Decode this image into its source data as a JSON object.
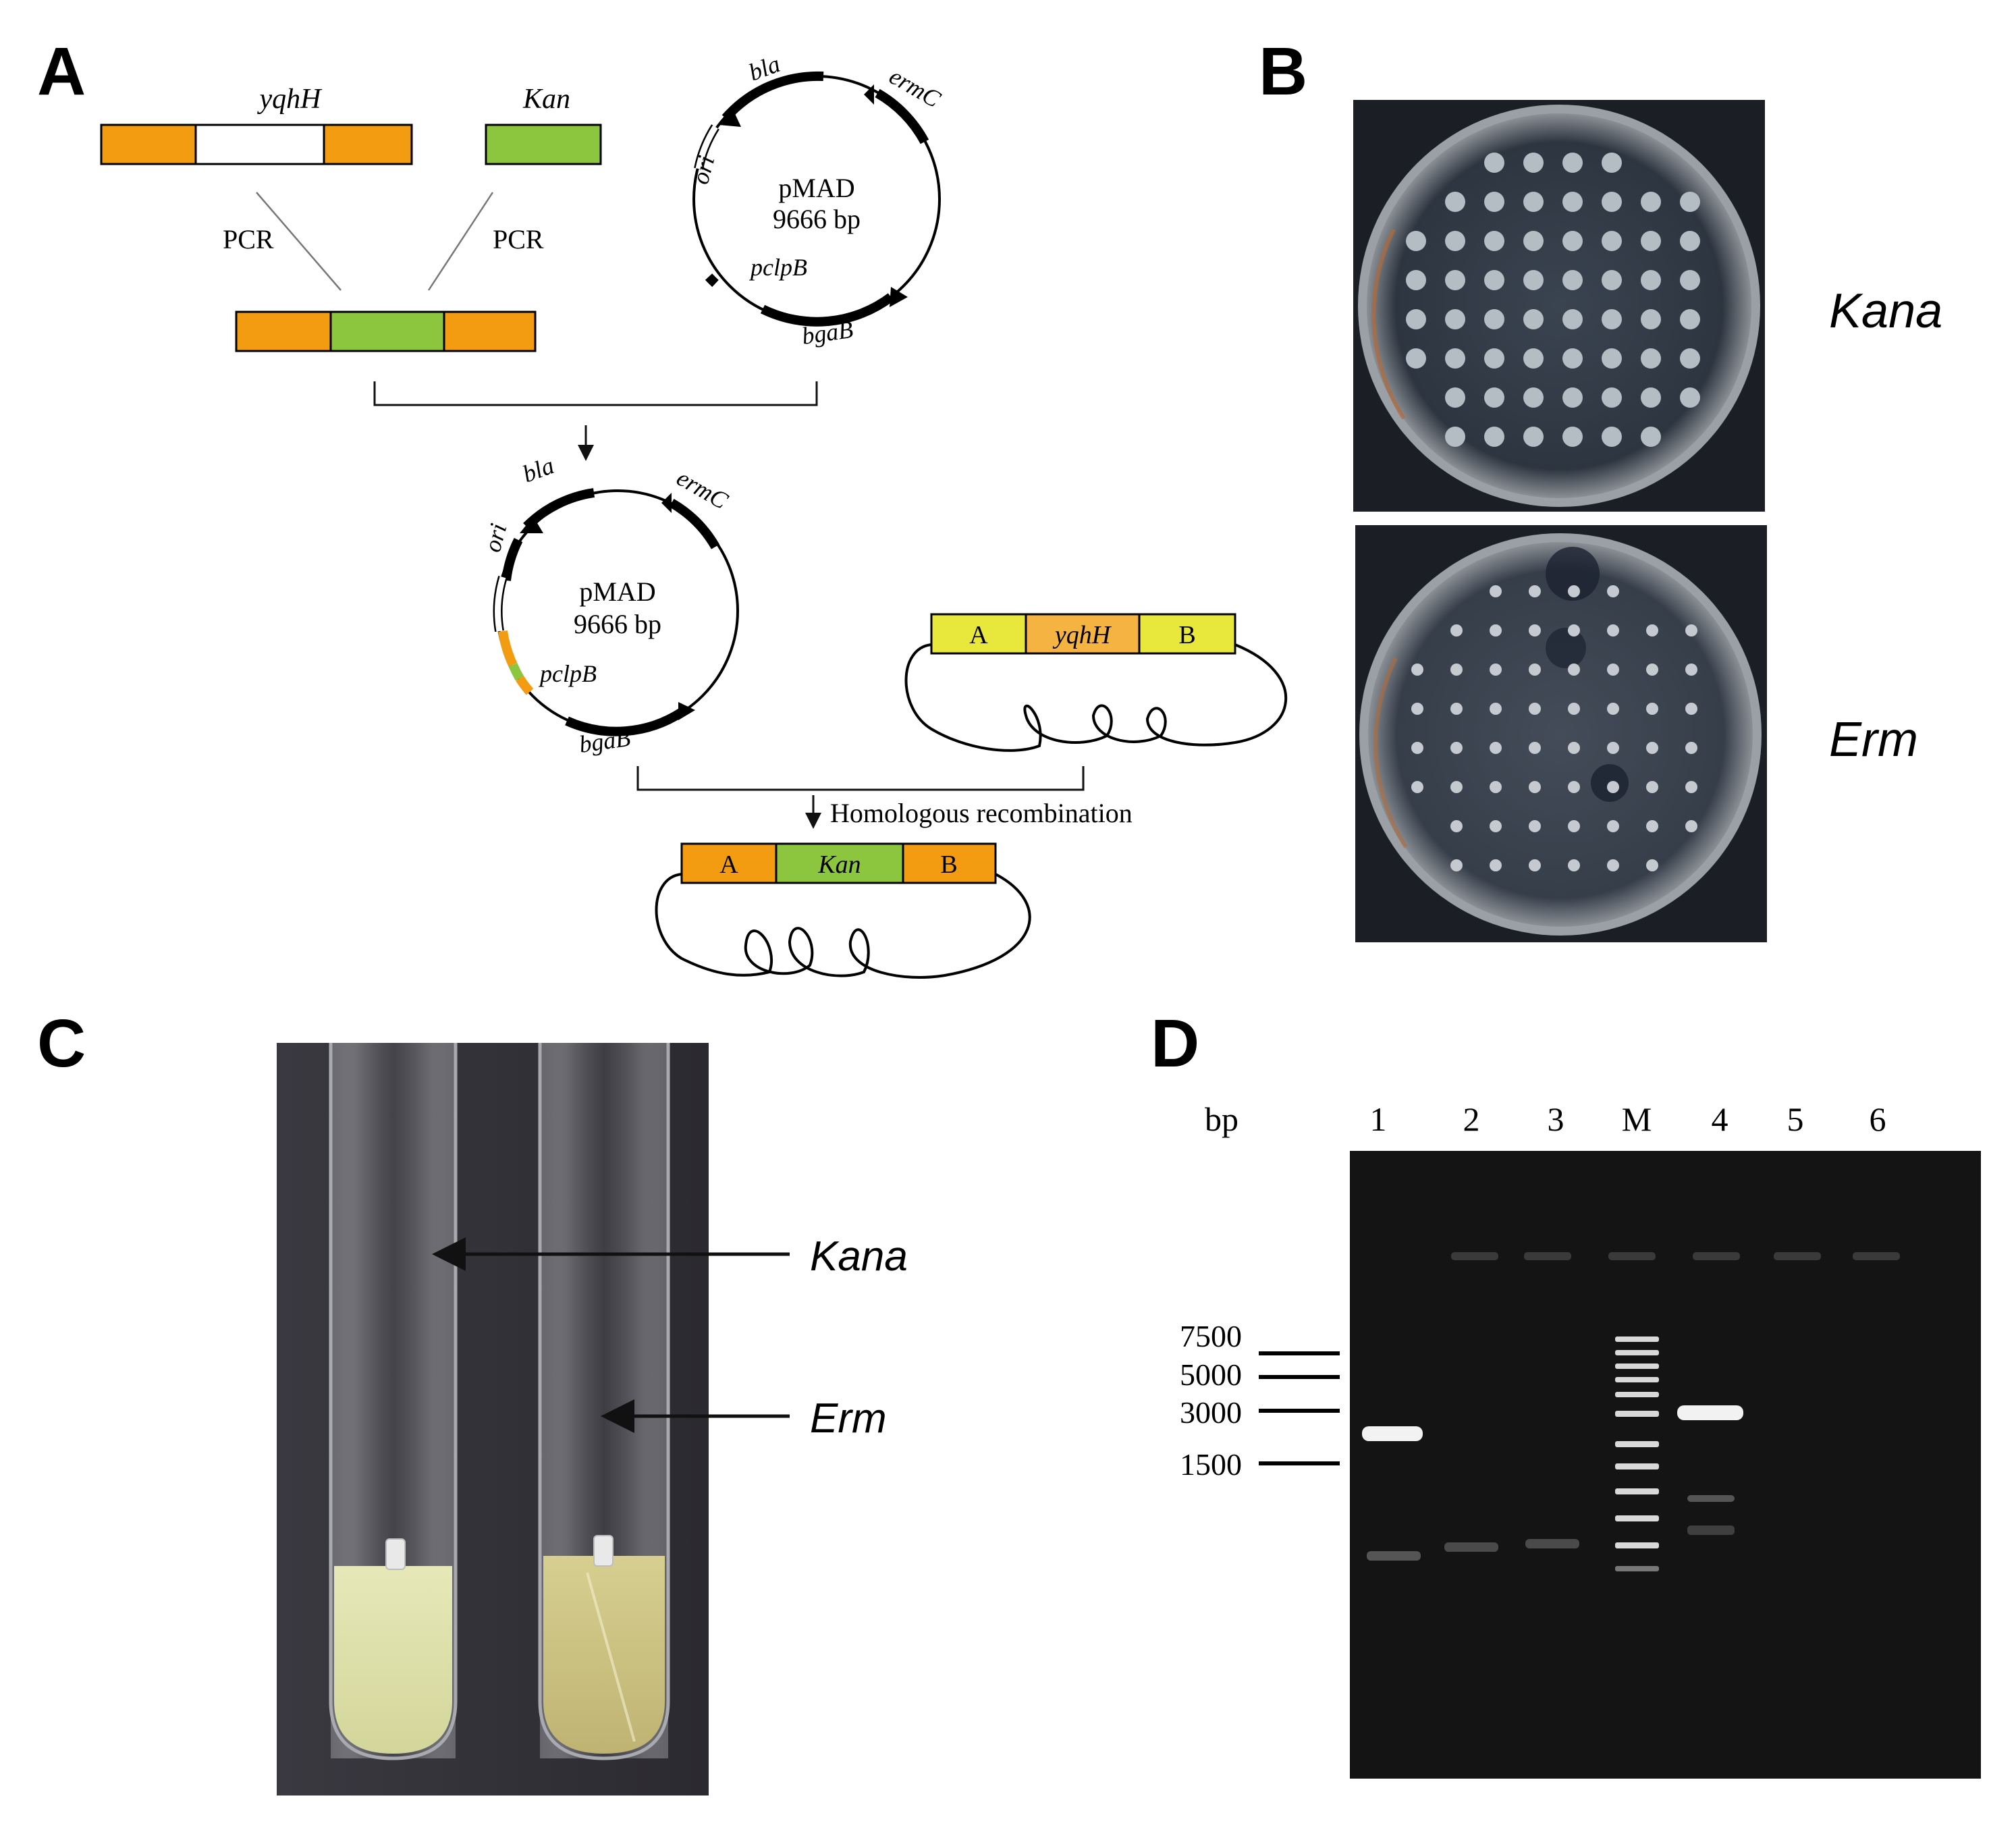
{
  "panels": {
    "a": {
      "letter": "A",
      "gene_yqhH": "yqhH",
      "gene_kan": "Kan",
      "pcr_left": "PCR",
      "pcr_right": "PCR",
      "plasmid1": {
        "name": "pMAD",
        "size": "9666 bp",
        "bla": "bla",
        "ermC": "ermC",
        "ori": "ori",
        "pclpB": "pclpB",
        "bgaB": "bgaB"
      },
      "plasmid2": {
        "name": "pMAD",
        "size": "9666 bp",
        "bla": "bla",
        "ermC": "ermC",
        "ori": "ori",
        "pclpB": "pclpB",
        "bgaB": "bgaB"
      },
      "chrom_wt": {
        "a": "A",
        "gene": "yqhH",
        "b": "B"
      },
      "recombination_label": "Homologous recombination",
      "chrom_mut": {
        "a": "A",
        "gene": "Kan",
        "b": "B"
      },
      "colors": {
        "orange": "#F39C12",
        "green": "#8CC63F",
        "yellow": "#E8E83C",
        "light_orange": "#F5B342",
        "black": "#111111"
      }
    },
    "b": {
      "letter": "B",
      "label_top": "Kana",
      "label_bottom": "Erm"
    },
    "c": {
      "letter": "C",
      "arrow_kana": "Kana",
      "arrow_erm": "Erm"
    },
    "d": {
      "letter": "D",
      "bp_label": "bp",
      "lanes": [
        "1",
        "2",
        "3",
        "M",
        "4",
        "5",
        "6"
      ],
      "markers": [
        "7500",
        "5000",
        "3000",
        "1500"
      ]
    }
  }
}
